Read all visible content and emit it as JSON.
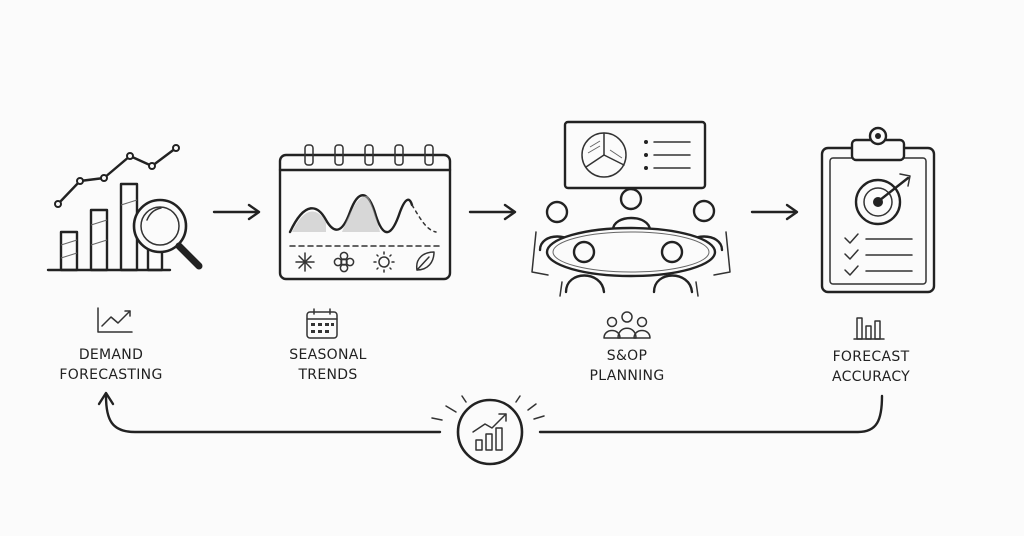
{
  "steps": [
    {
      "line1": "DEMAND",
      "line2": "FORECASTING",
      "icon": "line-chart-icon"
    },
    {
      "line1": "SEASONAL",
      "line2": "TRENDS",
      "icon": "calendar-icon"
    },
    {
      "line1": "S&OP",
      "line2": "PLANNING",
      "icon": "team-icon"
    },
    {
      "line1": "FORECAST",
      "line2": "ACCURACY",
      "icon": "bar-chart-icon"
    }
  ],
  "loop_icon": "growth-chart-icon",
  "colors": {
    "ink": "#222222",
    "background": "#fbfbfb"
  }
}
